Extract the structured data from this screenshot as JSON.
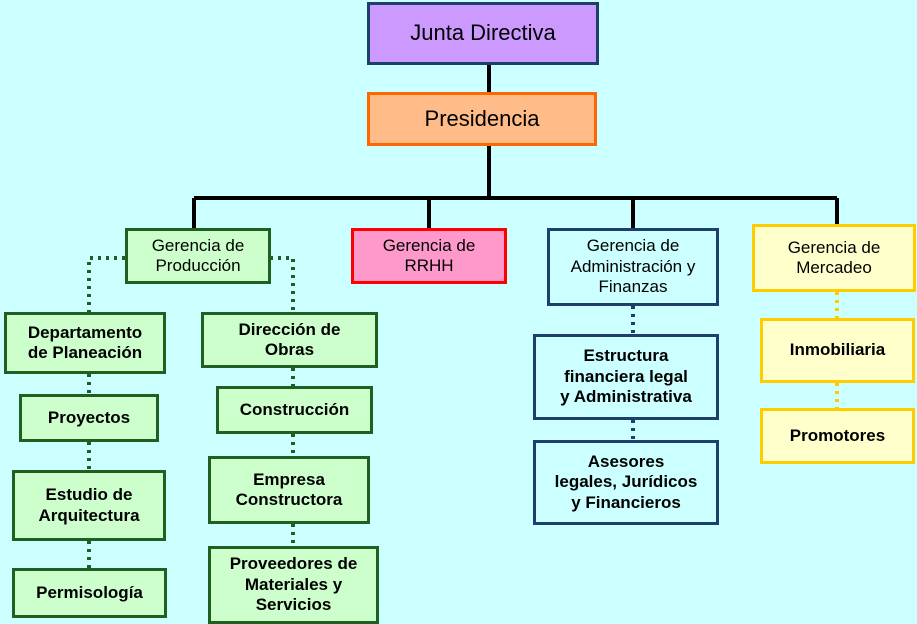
{
  "org_chart": {
    "junta": "Junta Directiva",
    "presidencia": "Presidencia",
    "produccion": {
      "title": "Gerencia de\nProducción",
      "planeacion": {
        "title": "Departamento\nde Planeación",
        "items": [
          "Proyectos",
          "Estudio de\nArquitectura",
          "Permisología"
        ]
      },
      "obras": {
        "title": "Dirección de\nObras",
        "items": [
          "Construcción",
          "Empresa\nConstructora",
          "Proveedores de\nMateriales y\nServicios"
        ]
      }
    },
    "rrhh": "Gerencia de\nRRHH",
    "administracion": {
      "title": "Gerencia de\nAdministración y\nFinanzas",
      "items": [
        "Estructura\nfinanciera legal\ny Administrativa",
        "Asesores\nlegales, Jurídicos\ny Financieros"
      ]
    },
    "mercadeo": {
      "title": "Gerencia de\nMercadeo",
      "items": [
        "Inmobiliaria",
        "Promotores"
      ]
    }
  }
}
